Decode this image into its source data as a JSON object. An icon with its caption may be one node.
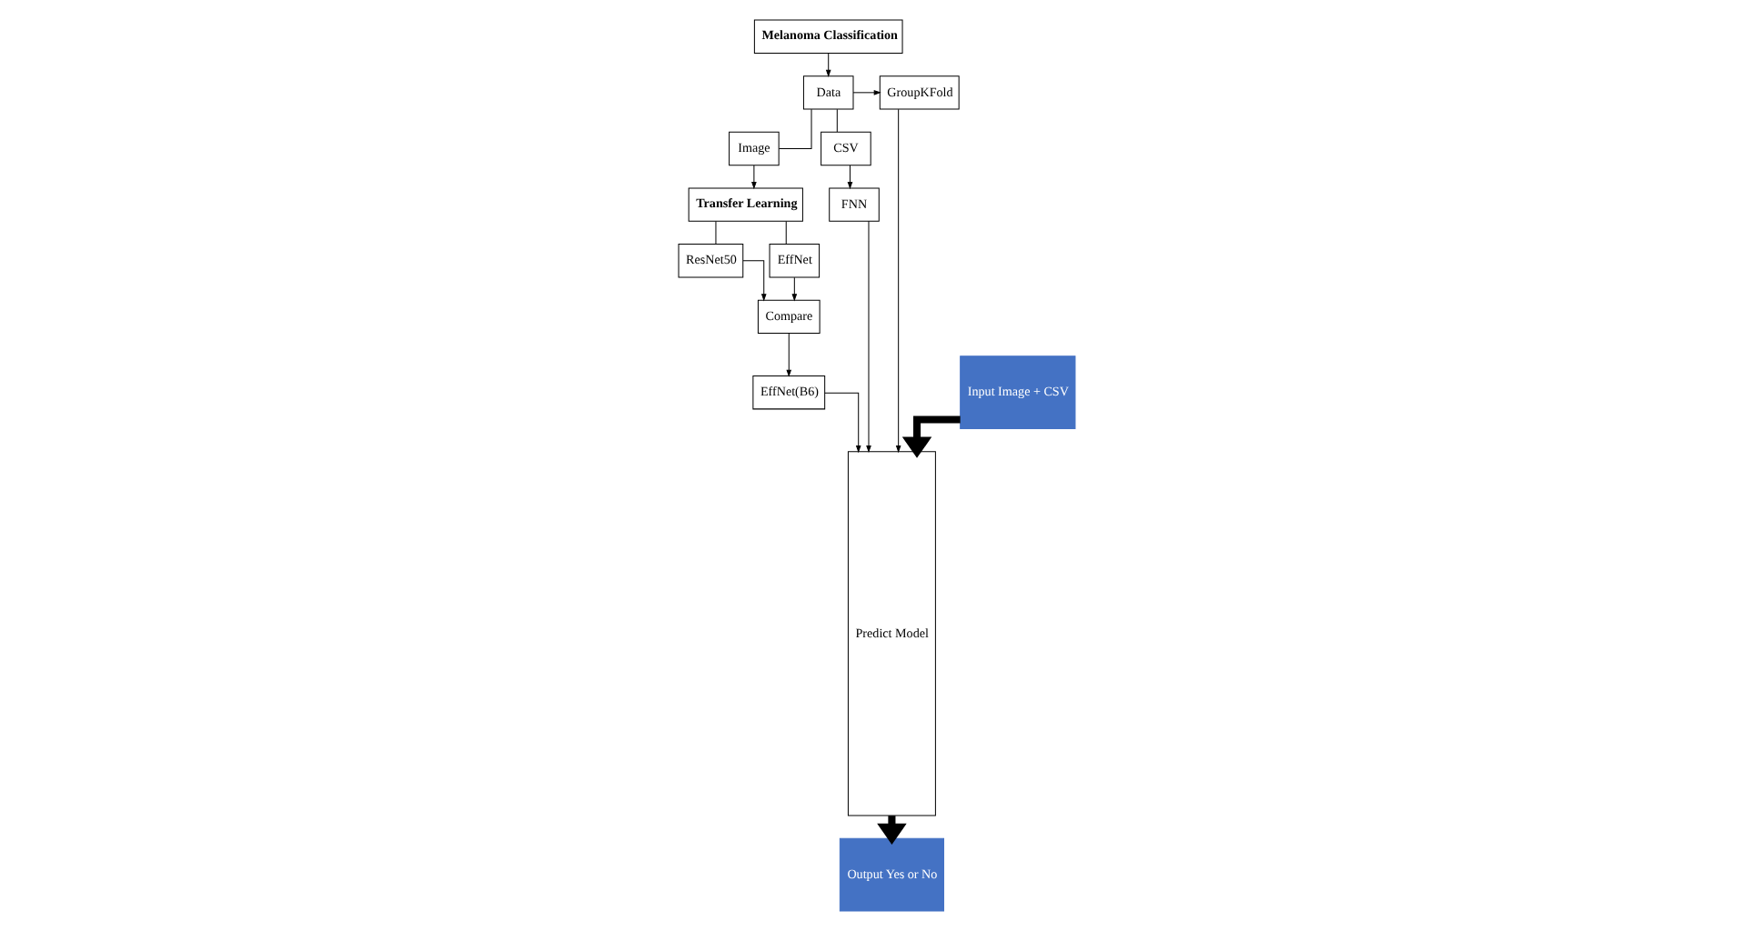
{
  "diagram": {
    "nodes": [
      {
        "text": [
          "Melanoma Classification"
        ]
      },
      {
        "text": [
          "Data"
        ]
      },
      {
        "text": [
          "GroupKFold"
        ]
      },
      {
        "text": [
          "Image"
        ]
      },
      {
        "text": [
          "CSV"
        ]
      },
      {
        "text": [
          "Transfer Learning"
        ]
      },
      {
        "text": [
          "ResNet50"
        ]
      },
      {
        "text": [
          "EffNet"
        ]
      },
      {
        "text": [
          "Compare"
        ]
      },
      {
        "text": [
          "EffNet(B6)"
        ]
      },
      {
        "text": [
          "FNN"
        ]
      },
      {
        "text": [
          "Predict Model"
        ]
      },
      {
        "text": [
          "Input Image + CSV"
        ]
      },
      {
        "text": [
          "Output Yes or No"
        ]
      }
    ],
    "edges": [
      {
        "from": 0,
        "to": 1,
        "arrow": "to"
      },
      {
        "from": 1,
        "to": 2,
        "arrow": "to"
      },
      {
        "from": 1,
        "to": 3,
        "arrow": "none"
      },
      {
        "from": 1,
        "to": 4,
        "arrow": "none"
      },
      {
        "from": 2,
        "to": 11,
        "arrow": "to"
      },
      {
        "from": 3,
        "to": 5,
        "arrow": "to"
      },
      {
        "from": 4,
        "to": 10,
        "arrow": "to"
      },
      {
        "from": 5,
        "to": 6,
        "arrow": "none"
      },
      {
        "from": 5,
        "to": 7,
        "arrow": "none"
      },
      {
        "from": 6,
        "to": 8,
        "arrow": "to"
      },
      {
        "from": 7,
        "to": 8,
        "arrow": "to"
      },
      {
        "from": 8,
        "to": 9,
        "arrow": "to"
      },
      {
        "from": 10,
        "to": 11,
        "arrow": "to"
      },
      {
        "from": 9,
        "to": 11,
        "arrow": "to"
      },
      {
        "from": 12,
        "to": 11,
        "arrow": "to",
        "style": "thick"
      },
      {
        "from": 11,
        "to": 13,
        "arrow": "to",
        "style": "thick"
      }
    ]
  }
}
